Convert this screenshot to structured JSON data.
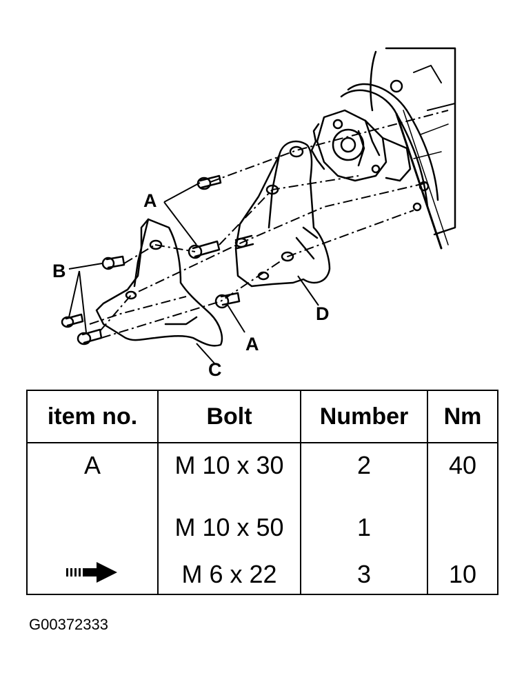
{
  "diagram": {
    "callouts": {
      "a_top": "A",
      "a_bottom": "A",
      "b": "B",
      "c": "C",
      "d": "D"
    }
  },
  "table": {
    "headers": [
      "item no.",
      "Bolt",
      "Number",
      "Nm"
    ],
    "rows": [
      {
        "item": "A",
        "bolt": "M 10 x 30",
        "number": "2",
        "nm": "40"
      },
      {
        "item": "",
        "bolt": "M 10 x 50",
        "number": "1",
        "nm": ""
      },
      {
        "item_icon": "arrow-right-icon",
        "bolt": "M 6 x 22",
        "number": "3",
        "nm": "10"
      }
    ]
  },
  "figure_code": "G00372333"
}
